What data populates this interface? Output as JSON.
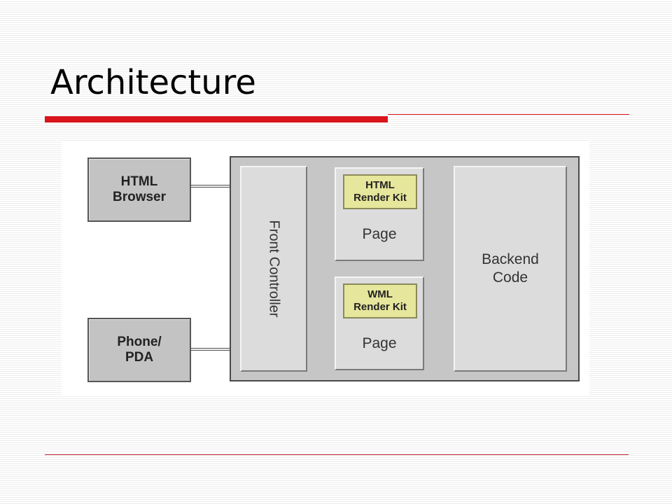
{
  "slide": {
    "title": "Architecture"
  },
  "diagram": {
    "clients": {
      "html_browser": "HTML\nBrowser",
      "phone_pda": "Phone/\nPDA"
    },
    "front_controller": "Front Controller",
    "pages": [
      {
        "render_kit": "HTML\nRender Kit",
        "label": "Page"
      },
      {
        "render_kit": "WML\nRender Kit",
        "label": "Page"
      }
    ],
    "backend": "Backend\nCode"
  },
  "colors": {
    "title_accent": "#d9141b",
    "render_kit_fill": "#e6e69c",
    "box_fill": "#c3c3c3"
  }
}
